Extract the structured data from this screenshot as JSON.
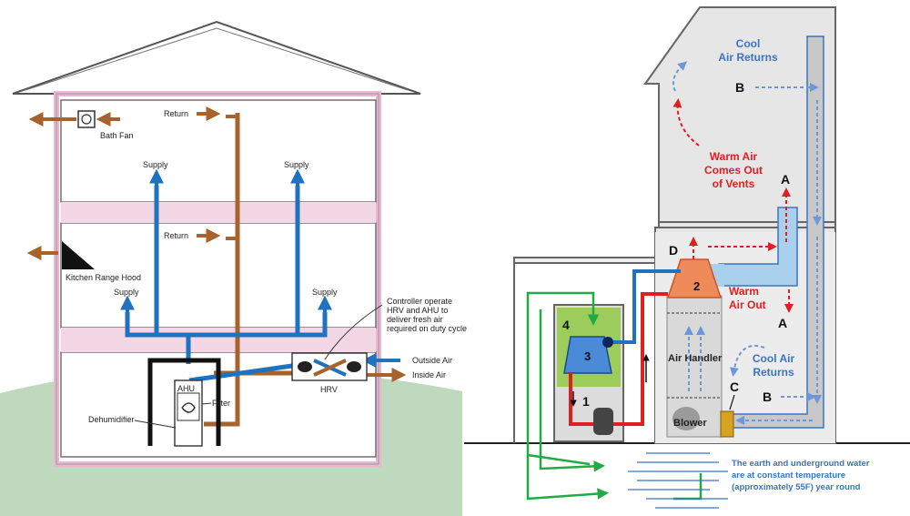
{
  "left": {
    "labels": {
      "bath_fan": "Bath Fan",
      "return_top": "Return",
      "supply_left_top": "Supply",
      "supply_right_top": "Supply",
      "return_mid": "Return",
      "kitchen": "Kitchen Range Hood",
      "supply_left_mid": "Supply",
      "supply_right_mid": "Supply",
      "controller_note": "Controller operate HRV and AHU to deliver fresh air required on duty cycle",
      "outside_air": "Outside Air",
      "inside_air": "Inside Air",
      "ahu": "AHU",
      "filter": "Filter",
      "dehumidifier": "Dehumidifier",
      "hrv": "HRV"
    },
    "colors": {
      "supply": "#1f72bf",
      "return": "#a8622b",
      "wall": "#e9b7d0",
      "ground": "#bfd9bf"
    }
  },
  "right": {
    "labels": {
      "cool_air_returns_top": "Cool Air Returns",
      "b_top": "B",
      "warm_air_vents": "Warm Air Comes Out of Vents",
      "a_top": "A",
      "d": "D",
      "two": "2",
      "warm_air_out": "Warm Air Out",
      "a_bottom": "A",
      "four": "4",
      "three": "3",
      "air_handler": "Air Handler",
      "cool_air_returns_bottom": "Cool Air Returns",
      "c": "C",
      "b_bottom": "B",
      "one": "1",
      "blower": "Blower",
      "earth_note": "The earth and underground water are at constant temperature (approximately 55F) year round"
    },
    "colors": {
      "cool": "#3a74c4",
      "warm": "#e02020",
      "loop": "#22aa44",
      "duct": "#a9d1ee",
      "compressor": "#4a8ad6",
      "coil": "#ef8a5a",
      "green_box": "#9ccc5c"
    }
  }
}
